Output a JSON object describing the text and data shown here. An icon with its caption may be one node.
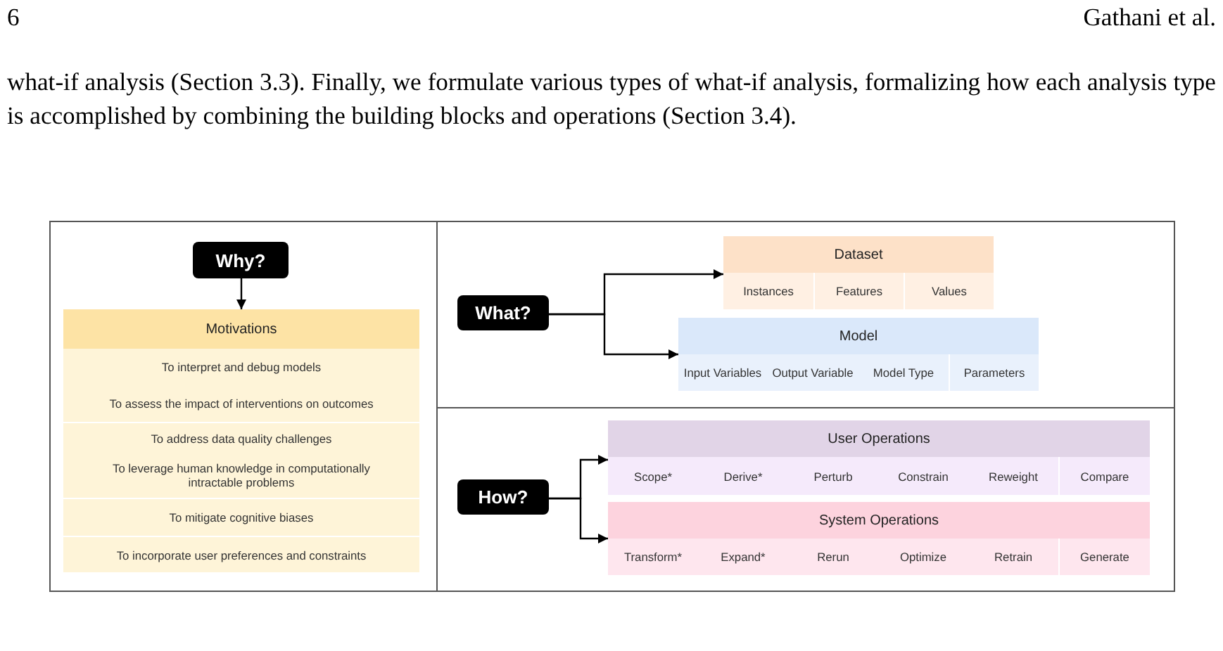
{
  "diagram": {
    "nodes": [
      {
        "text": [
          "Why?"
        ]
      },
      {
        "text": [
          "Motivations"
        ]
      },
      {
        "text": [
          "To interpret and debug models",
          "To assess the impact of interventions on outcomes"
        ],
        "in": 1
      },
      {
        "text": [
          "To address data quality challenges",
          "To leverage human knowledge in computationally intractable problems"
        ],
        "in": 1
      },
      {
        "text": [
          "To mitigate cognitive biases"
        ],
        "in": 1
      },
      {
        "text": [
          "To incorporate user preferences and constraints"
        ],
        "in": 1
      },
      {
        "text": [
          "What?"
        ]
      },
      {
        "text": [
          "Dataset"
        ]
      },
      {
        "text": [
          "Instances"
        ],
        "in": 7
      },
      {
        "text": [
          "Features"
        ],
        "in": 7
      },
      {
        "text": [
          "Values"
        ],
        "in": 7
      },
      {
        "text": [
          "Model"
        ]
      },
      {
        "text": [
          "Input Variables"
        ],
        "in": 11
      },
      {
        "text": [
          "Output Variable"
        ],
        "in": 11
      },
      {
        "text": [
          "Model Type"
        ],
        "in": 11
      },
      {
        "text": [
          "Parameters"
        ],
        "in": 11
      },
      {
        "text": [
          "How?"
        ]
      },
      {
        "text": [
          "User Operations"
        ]
      },
      {
        "text": [
          "Scope*"
        ],
        "in": 17
      },
      {
        "text": [
          "Derive*"
        ],
        "in": 17
      },
      {
        "text": [
          "Perturb"
        ],
        "in": 17
      },
      {
        "text": [
          "Constrain"
        ],
        "in": 17
      },
      {
        "text": [
          "Reweight"
        ],
        "in": 17
      },
      {
        "text": [
          "Compare"
        ],
        "in": 17
      },
      {
        "text": [
          "System Operations"
        ]
      },
      {
        "text": [
          "Transform*"
        ],
        "in": 24
      },
      {
        "text": [
          "Expand*"
        ],
        "in": 24
      },
      {
        "text": [
          "Rerun"
        ],
        "in": 24
      },
      {
        "text": [
          "Optimize"
        ],
        "in": 24
      },
      {
        "text": [
          "Retrain"
        ],
        "in": 24
      },
      {
        "text": [
          "Generate"
        ],
        "in": 24
      }
    ],
    "edges": [
      {
        "from": 0,
        "to": 1,
        "arrow": "to"
      },
      {
        "from": 6,
        "to": 7,
        "arrow": "to"
      },
      {
        "from": 6,
        "to": 11,
        "arrow": "to"
      },
      {
        "from": 16,
        "to": 17,
        "arrow": "to"
      },
      {
        "from": 16,
        "to": 24,
        "arrow": "to"
      }
    ],
    "labels": [
      "6",
      "Gathani et al.",
      "what-if analysis (Section 3.3). Finally, we formulate various types of what-if analysis, formalizing how each analysis type is accomplished by combining the building blocks and operations (Section 3.4)."
    ]
  }
}
